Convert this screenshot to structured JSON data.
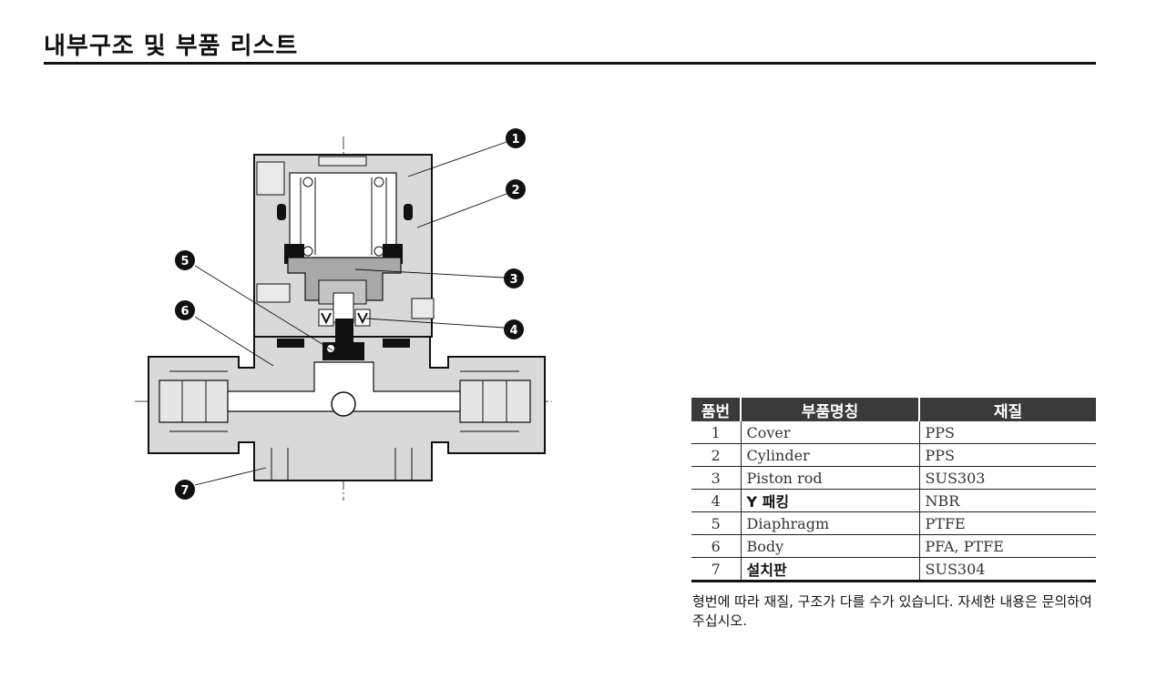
{
  "title": "내부구조 및 부품 리스트",
  "diagram": {
    "callouts": [
      "1",
      "2",
      "3",
      "4",
      "5",
      "6",
      "7"
    ]
  },
  "table": {
    "headers": [
      "품번",
      "부품명칭",
      "재질"
    ],
    "rows": [
      {
        "no": "1",
        "name": "Cover",
        "material": "PPS"
      },
      {
        "no": "2",
        "name": "Cylinder",
        "material": "PPS"
      },
      {
        "no": "3",
        "name": "Piston rod",
        "material": "SUS303"
      },
      {
        "no": "4",
        "name": "Y  패킹",
        "material": "NBR"
      },
      {
        "no": "5",
        "name": "Diaphragm",
        "material": "PTFE"
      },
      {
        "no": "6",
        "name": "Body",
        "material": "PFA, PTFE"
      },
      {
        "no": "7",
        "name": "설치판",
        "material": "SUS304"
      }
    ]
  },
  "note": "형번에 따라 재질, 구조가 다를 수가 있습니다. 자세한 내용은 문의하여 주십시오."
}
